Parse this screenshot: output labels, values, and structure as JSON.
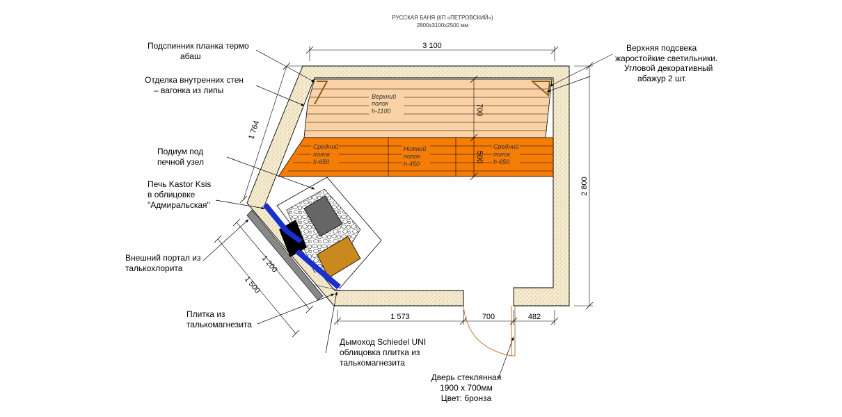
{
  "title": {
    "main": "РУССКАЯ БАНЯ (КП «ПЕТРОВСКИЙ»)",
    "size": "2800х3100х2500 мм"
  },
  "dimensions": {
    "top_width": "3 100",
    "right_height": "2 800",
    "left_diag": "1 764",
    "upper_shelf_depth": "700",
    "lower_shelf_depth": "500",
    "bottom_left": "1 573",
    "bottom_door": "700",
    "bottom_right": "482",
    "portal_inner": "1 200",
    "portal_outer": "1 500"
  },
  "shelves": {
    "upper": [
      "Верхний",
      "полок",
      "h-1100"
    ],
    "middle_left": [
      "Средний",
      "полок",
      "h-650"
    ],
    "lower": [
      "Нижний",
      "полок",
      "h-450"
    ],
    "middle_right": [
      "Средний",
      "полок",
      "h-650"
    ]
  },
  "labels": {
    "podspinnik": [
      "Подспинник  планка термо",
      "абаш"
    ],
    "otdelka": [
      "Отделка внутренних стен",
      "– вагонка из липы"
    ],
    "podium": [
      "Подиум под",
      "печной узел"
    ],
    "pech": [
      "Печь Kastor Ksis",
      "в облицовке",
      "\"Адмиральская\""
    ],
    "portal": [
      "Внешний портал из",
      "талькохлорита"
    ],
    "plitka": [
      "Плитка из",
      "талькомагнезита"
    ],
    "dymohod": [
      "Дымоход Schiedel UNI",
      "облицовка плитка из",
      "талькомагнезита"
    ],
    "dver": [
      "Дверь стеклянная",
      "1900 х 700мм",
      "Цвет: бронза"
    ],
    "podsvetka": [
      "Верхняя подсвека",
      "жаростойкие светильники."
    ],
    "abazhur": [
      "Угловой декоративный",
      "абажур 2 шт."
    ]
  },
  "colors": {
    "upper_shelf": "#fbd2a6",
    "lower_shelves": "#f57c05",
    "wall_fill": "#f3e7c6",
    "blue": "#1a2fd0",
    "brown": "#8a5a1a",
    "stove_panel": "#c9891f"
  }
}
